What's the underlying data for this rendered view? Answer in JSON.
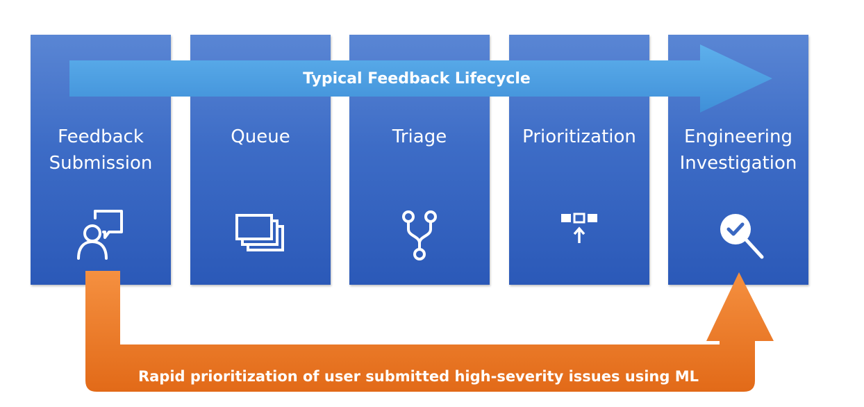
{
  "lifecycle_arrow": {
    "label": "Typical Feedback Lifecycle"
  },
  "stages": [
    {
      "label": "Feedback\nSubmission",
      "icon": "user-feedback-icon"
    },
    {
      "label": "Queue",
      "icon": "stacked-windows-icon"
    },
    {
      "label": "Triage",
      "icon": "branch-icon"
    },
    {
      "label": "Prioritization",
      "icon": "sort-up-icon"
    },
    {
      "label": "Engineering\nInvestigation",
      "icon": "magnifier-check-icon"
    }
  ],
  "ml_path": {
    "label": "Rapid prioritization of user submitted high-severity issues using ML"
  },
  "colors": {
    "stage_top": "#5a86d4",
    "stage_bottom": "#2b59b8",
    "lifecycle_arrow": "#4a9be0",
    "ml_arrow": "#e8711f"
  }
}
